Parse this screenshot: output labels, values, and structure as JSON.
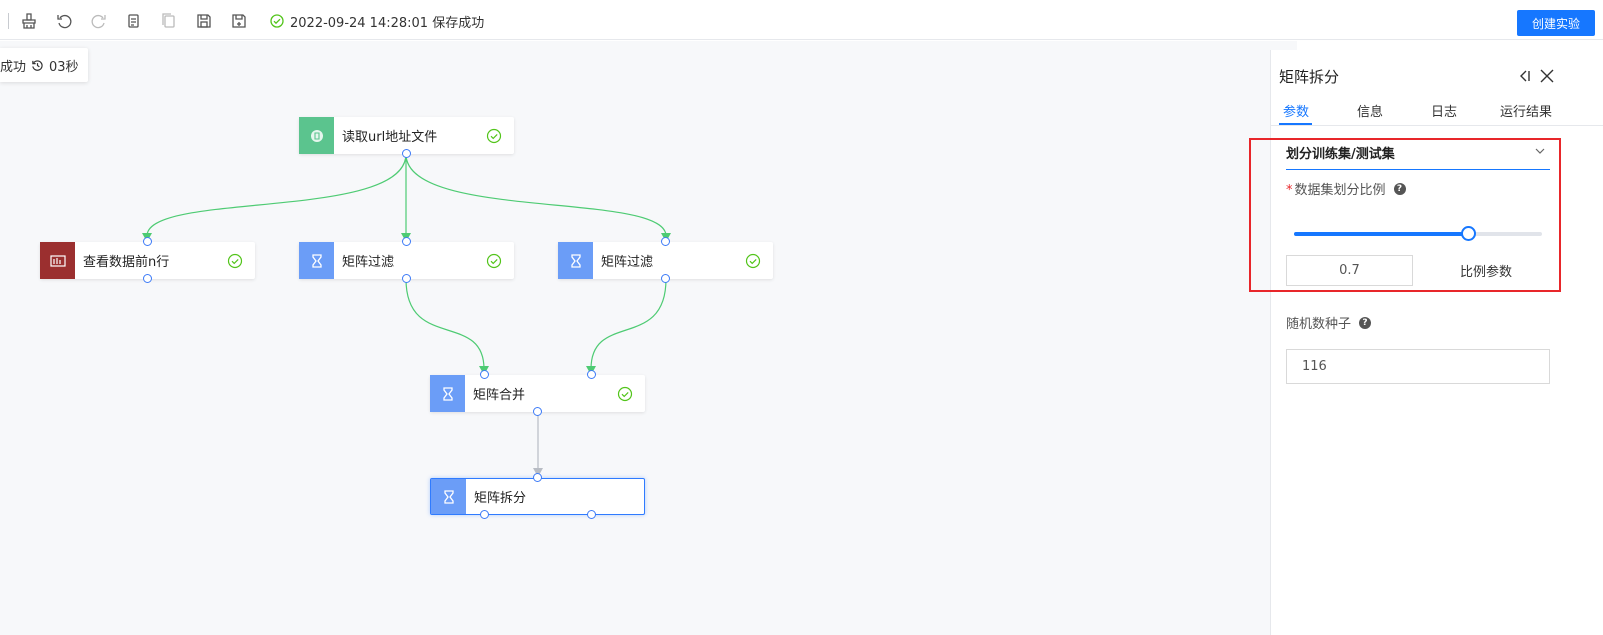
{
  "toolbar": {
    "icons": [
      "broom-icon",
      "undo-icon",
      "redo-icon",
      "copy-icon",
      "paste-icon",
      "save-icon",
      "save-as-icon"
    ],
    "save_status": "2022-09-24 14:28:01 保存成功",
    "create_button": "创建实验",
    "accent_color": "#1677ff"
  },
  "canvas": {
    "run_status": "成功",
    "run_time": "03秒",
    "nodes": [
      {
        "label": "读取url地址文件",
        "icon": "file-read-icon",
        "icon_color": "#5bc48e",
        "status": "success"
      },
      {
        "label": "查看数据前n行",
        "icon": "table-view-icon",
        "icon_color": "#9b2f2f",
        "status": "success"
      },
      {
        "label": "矩阵过滤",
        "icon": "hourglass-icon",
        "icon_color": "#6b9df7",
        "status": "success"
      },
      {
        "label": "矩阵过滤",
        "icon": "hourglass-icon",
        "icon_color": "#6b9df7",
        "status": "success"
      },
      {
        "label": "矩阵合并",
        "icon": "hourglass-icon",
        "icon_color": "#6b9df7",
        "status": "success"
      },
      {
        "label": "矩阵拆分",
        "icon": "hourglass-icon",
        "icon_color": "#6b9df7",
        "status": "selected"
      }
    ]
  },
  "panel": {
    "title": "矩阵拆分",
    "tabs": [
      "参数",
      "信息",
      "日志",
      "运行结果"
    ],
    "active_tab": "参数",
    "section_title": "划分训练集/测试集",
    "split_ratio_label": "数据集划分比例",
    "required_mark": "*",
    "split_ratio_value": "0.7",
    "split_ratio_fraction": 0.7,
    "split_ratio_caption": "比例参数",
    "seed_label": "随机数种子",
    "seed_value": "116",
    "help_glyph": "?",
    "highlight_color": "#e8262a"
  }
}
